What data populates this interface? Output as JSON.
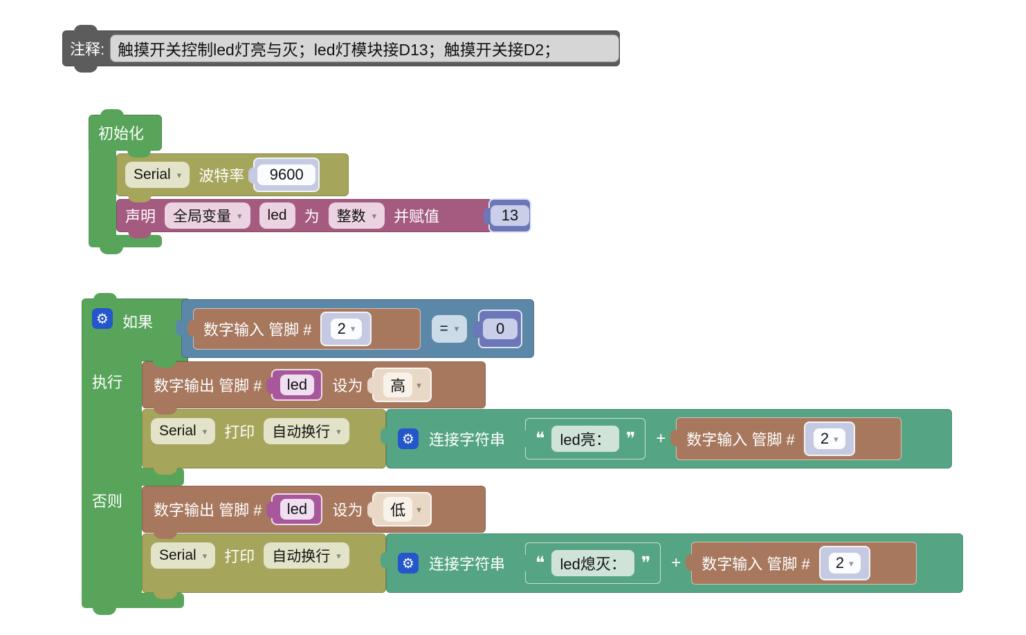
{
  "colors": {
    "comment_gray": "#5c5c5c",
    "control_green": "#57a45a",
    "serial_olive": "#a5a55b",
    "variable_magenta": "#a55b80",
    "variable_purple": "#a8589a",
    "logic_blue": "#5b87a8",
    "number_indigo": "#6b77b8",
    "io_brown": "#a7785e",
    "text_teal": "#55a584",
    "gear_blue": "#2456cc"
  },
  "icons": {
    "gear": "⚙",
    "dropdown_arrow": "▾",
    "open_quote": "❝",
    "close_quote": "❞"
  },
  "comment": {
    "label": "注释:",
    "text": "触摸开关控制led灯亮与灭；led灯模块接D13；触摸开关接D2；"
  },
  "init": {
    "title": "初始化",
    "serial": {
      "port": "Serial",
      "baud_label": "波特率",
      "baud": "9600"
    },
    "declare": {
      "declare_label": "声明",
      "scope": "全局变量",
      "var_name": "led",
      "as_label": "为",
      "type": "整数",
      "assign_label": "并赋值",
      "value": "13"
    }
  },
  "if_block": {
    "if_label": "如果",
    "do_label": "执行",
    "else_label": "否则",
    "condition": {
      "read_label": "数字输入 管脚 #",
      "pin": "2",
      "operator": "=",
      "value": "0"
    },
    "do": {
      "write": {
        "label": "数字输出 管脚 #",
        "var": "led",
        "set_label": "设为",
        "level": "高"
      },
      "print": {
        "port": "Serial",
        "print_label": "打印",
        "newline": "自动换行",
        "concat_label": "连接字符串",
        "text": "led亮：",
        "plus": "+",
        "read_label": "数字输入 管脚 #",
        "pin": "2"
      }
    },
    "else_branch": {
      "write": {
        "label": "数字输出 管脚 #",
        "var": "led",
        "set_label": "设为",
        "level": "低"
      },
      "print": {
        "port": "Serial",
        "print_label": "打印",
        "newline": "自动换行",
        "concat_label": "连接字符串",
        "text": "led熄灭：",
        "plus": "+",
        "read_label": "数字输入 管脚 #",
        "pin": "2"
      }
    }
  }
}
